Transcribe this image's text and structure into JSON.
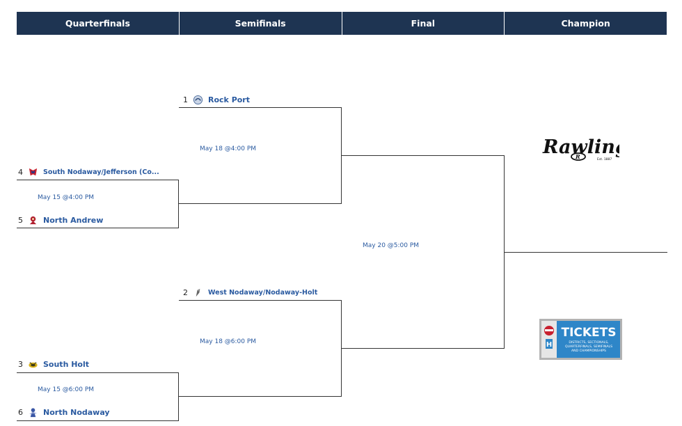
{
  "headers": [
    "Quarterfinals",
    "Semifinals",
    "Final",
    "Champion"
  ],
  "teams": {
    "rock_port": {
      "seed": "1",
      "name": "Rock Port"
    },
    "south_nodaway": {
      "seed": "4",
      "name": "South Nodaway/Jefferson (Co..."
    },
    "north_andrew": {
      "seed": "5",
      "name": "North Andrew"
    },
    "west_nodaway": {
      "seed": "2",
      "name": "West Nodaway/Nodaway-Holt"
    },
    "south_holt": {
      "seed": "3",
      "name": "South Holt"
    },
    "north_nodaway": {
      "seed": "6",
      "name": "North Nodaway"
    }
  },
  "dates": {
    "qf1": "May 15 @4:00 PM",
    "qf2": "May 15 @6:00 PM",
    "sf1": "May 18 @4:00 PM",
    "sf2": "May 18 @6:00 PM",
    "final": "May 20 @5:00 PM"
  },
  "ads": {
    "rawlings_text": "Rawlings",
    "rawlings_est": "Est. 1887",
    "tickets_title": "TICKETS",
    "tickets_sub1": "DISTRICTS, SECTIONALS,",
    "tickets_sub2": "QUARTERFINALS, SEMIFINALS",
    "tickets_sub3": "AND CHAMPIONSHIPS"
  },
  "colors": {
    "header_bg": "#1e3452",
    "link": "#2a5aa0",
    "tickets_blue": "#2e86c8"
  }
}
